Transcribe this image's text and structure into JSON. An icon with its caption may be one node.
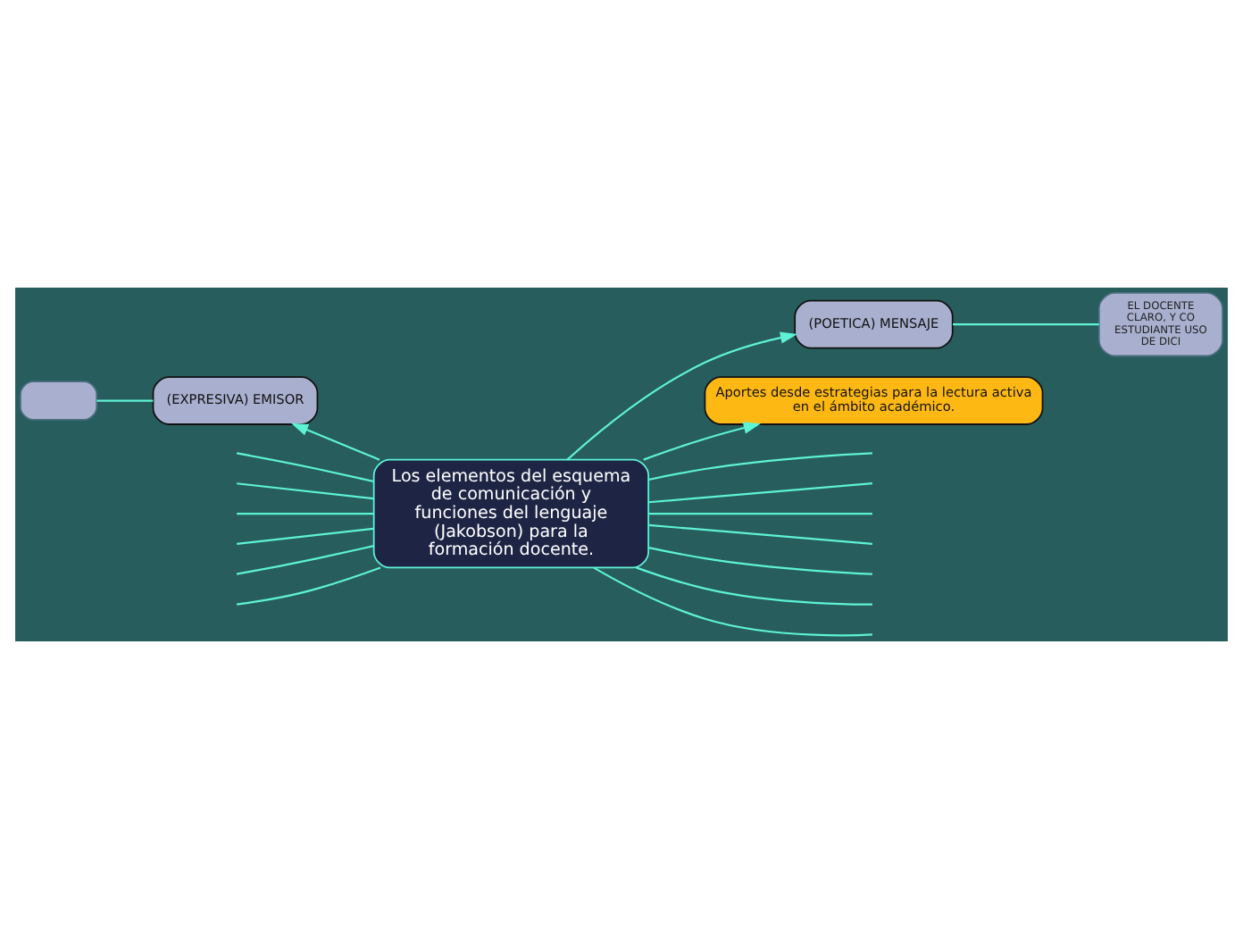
{
  "diagram": {
    "nodes": [
      {
        "text": [
          "Los elementos del esquema de comunicación y funciones del lenguaje (Jakobson) para la formación docente."
        ]
      },
      {
        "text": [
          "(EXPRESIVA) EMISOR"
        ]
      },
      {
        "text": [],
        "shape": "box"
      },
      {
        "text": [
          "(POETICA) MENSAJE"
        ]
      },
      {
        "text": [
          "EL DOCENTE CLARO, Y CO ESTUDIANTE USO DE DICI"
        ]
      },
      {
        "text": [
          "Aportes desde estrategias para la lectura activa en el ámbito académico."
        ]
      }
    ],
    "edges": [
      {
        "from": 0,
        "to": 1,
        "arrow": "to"
      },
      {
        "from": 1,
        "to": 2,
        "arrow": "none"
      },
      {
        "from": 0,
        "to": 3,
        "arrow": "to"
      },
      {
        "from": 3,
        "to": 4,
        "arrow": "none"
      },
      {
        "from": 0,
        "to": 5,
        "arrow": "to"
      },
      {
        "from": 0,
        "to": null,
        "arrow": "none"
      },
      {
        "from": 0,
        "to": null,
        "arrow": "none"
      },
      {
        "from": 0,
        "to": null,
        "arrow": "none"
      },
      {
        "from": 0,
        "to": null,
        "arrow": "none"
      },
      {
        "from": 0,
        "to": null,
        "arrow": "none"
      },
      {
        "from": 0,
        "to": null,
        "arrow": "none"
      },
      {
        "from": 0,
        "to": null,
        "arrow": "none"
      },
      {
        "from": 0,
        "to": null,
        "arrow": "none"
      },
      {
        "from": 0,
        "to": null,
        "arrow": "none"
      },
      {
        "from": 0,
        "to": null,
        "arrow": "none"
      },
      {
        "from": 0,
        "to": null,
        "arrow": "none"
      },
      {
        "from": 0,
        "to": null,
        "arrow": "none"
      },
      {
        "from": 0,
        "to": null,
        "arrow": "none"
      }
    ]
  }
}
